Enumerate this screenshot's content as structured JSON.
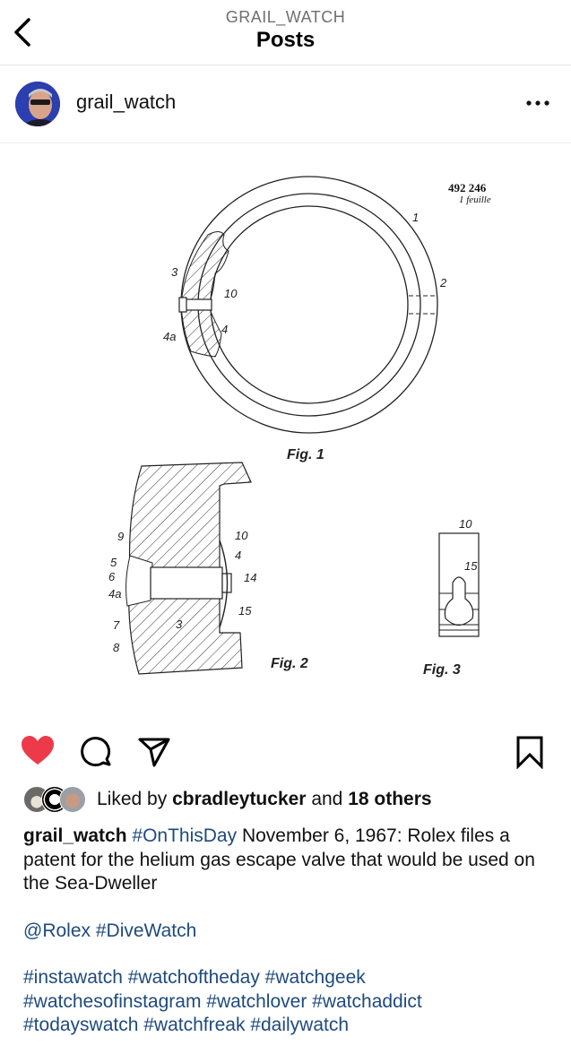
{
  "header": {
    "supertitle": "GRAIL_WATCH",
    "title": "Posts",
    "back_icon": "chevron-left-icon"
  },
  "post": {
    "username": "grail_watch",
    "more_icon": "ellipsis-icon",
    "image": {
      "patent_number": "492 246",
      "sheet": "1 feuille",
      "figures": [
        "Fig. 1",
        "Fig. 2",
        "Fig. 3"
      ],
      "fig1_labels": [
        "1",
        "2",
        "3",
        "4",
        "4a",
        "10"
      ],
      "fig2_labels": [
        "3",
        "4",
        "4a",
        "5",
        "6",
        "7",
        "8",
        "9",
        "10",
        "14",
        "15"
      ],
      "fig3_labels": [
        "10",
        "15"
      ]
    },
    "actions": {
      "like_icon": "heart-filled-icon",
      "comment_icon": "comment-icon",
      "share_icon": "paper-plane-icon",
      "save_icon": "bookmark-icon",
      "like_color": "#ed3a4b"
    },
    "likes": {
      "prefix": "Liked by",
      "user": "cbradleytucker",
      "middle": "and",
      "others": "18 others"
    },
    "caption": {
      "author": "grail_watch",
      "tag1": "#OnThisDay",
      "text": "November 6, 1967: Rolex files a patent for the helium gas escape valve that would be used on the Sea-Dweller",
      "mention": "@Rolex",
      "tag2": "#DiveWatch",
      "hashtags_line1": "#instawatch #watchoftheday #watchgeek",
      "hashtags_line2": "#watchesofinstagram #watchlover #watchaddict",
      "hashtags_line3": "#todayswatch #watchfreak #dailywatch"
    },
    "link_color": "#1e4a7d"
  }
}
